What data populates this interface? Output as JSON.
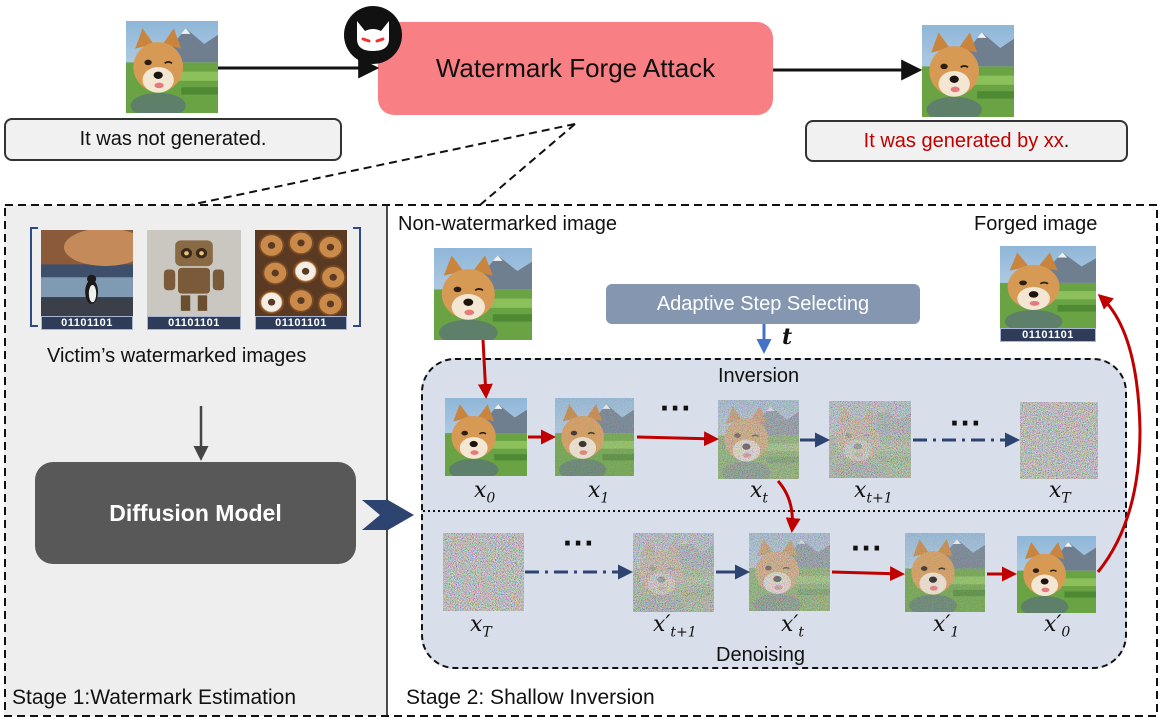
{
  "top": {
    "attack_label": "Watermark Forge Attack",
    "caption_left": "It was not generated.",
    "caption_right_red": "It was generated by xx",
    "caption_right_tail": "."
  },
  "stage1": {
    "watermark_codes": [
      "01101101",
      "01101101",
      "01101101"
    ],
    "victim_label": "Victim’s watermarked images",
    "model_label": "Diffusion Model",
    "stage_label": "Stage 1:Watermark Estimation"
  },
  "stage2": {
    "nonwm_label": "Non-watermarked image",
    "forged_label": "Forged image",
    "forged_code": "01101101",
    "adaptive_label": "Adaptive Step Selecting",
    "t_label": "t",
    "inversion_label": "Inversion",
    "denoising_label": "Denoising",
    "stage_label": "Stage 2:  Shallow Inversion",
    "ellipsis": "···",
    "row1_labels": [
      {
        "base": "x",
        "sub": "0",
        "prime": ""
      },
      {
        "base": "x",
        "sub": "1",
        "prime": ""
      },
      {
        "base": "x",
        "sub": "t",
        "prime": ""
      },
      {
        "base": "x",
        "sub": "t+1",
        "prime": ""
      },
      {
        "base": "x",
        "sub": "T",
        "prime": ""
      }
    ],
    "row2_labels": [
      {
        "base": "x",
        "sub": "T",
        "prime": ""
      },
      {
        "base": "x",
        "sub": "t+1",
        "prime": "′"
      },
      {
        "base": "x",
        "sub": "t",
        "prime": "′"
      },
      {
        "base": "x",
        "sub": "1",
        "prime": "′"
      },
      {
        "base": "x",
        "sub": "0",
        "prime": "′"
      }
    ]
  },
  "colors": {
    "attack_box": "#f87f84",
    "red_arrow": "#c00000",
    "navy_arrow": "#2e4470",
    "panel_bg": "#eeeeee",
    "inner_bg": "#d9dfea",
    "model_box": "#585858",
    "adaptive_box": "#8496b0",
    "caption_red": "#c00000"
  }
}
